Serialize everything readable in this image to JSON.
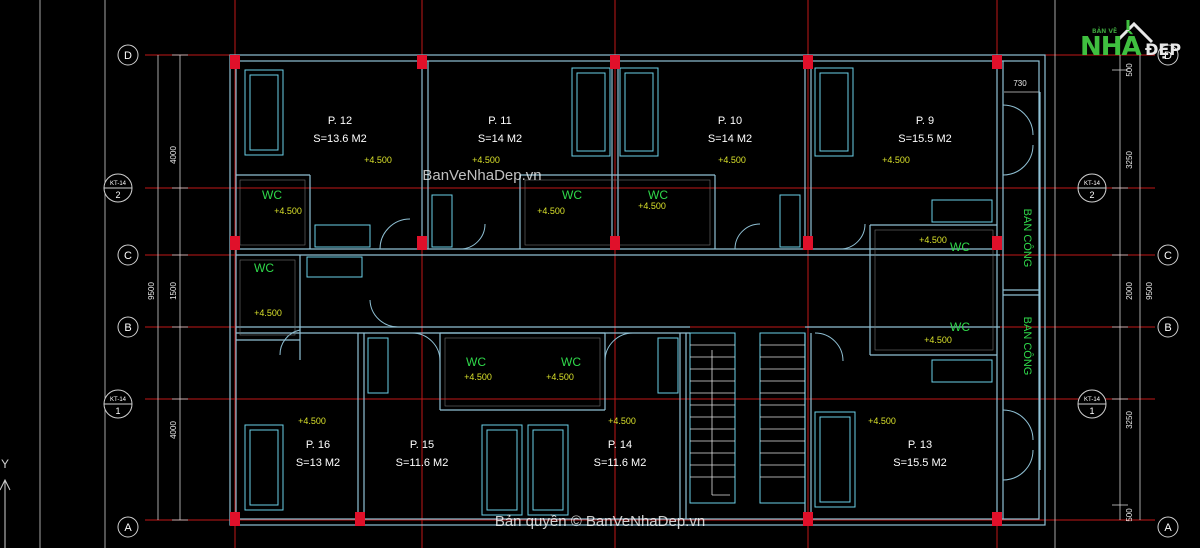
{
  "axes": {
    "rows": [
      "D",
      "C",
      "B",
      "A"
    ],
    "sections": [
      {
        "tag": "KT-14",
        "num": "2"
      },
      {
        "tag": "KT-14",
        "num": "1"
      }
    ]
  },
  "dims": {
    "left": [
      "4000",
      "1500",
      "9500",
      "4000"
    ],
    "right_top": "500",
    "right_a": "3250",
    "right_b": "2000",
    "right_total": "9500",
    "right_c": "3250",
    "right_bottom": "500",
    "top_small": "730"
  },
  "rooms": [
    {
      "name": "P. 12",
      "area": "S=13.6 M2",
      "level": "+4.500"
    },
    {
      "name": "P. 11",
      "area": "S=14 M2",
      "level": "+4.500"
    },
    {
      "name": "P. 10",
      "area": "S=14 M2",
      "level": "+4.500"
    },
    {
      "name": "P. 9",
      "area": "S=15.5 M2",
      "level": "+4.500"
    },
    {
      "name": "P. 16",
      "area": "S=13 M2",
      "level": "+4.500"
    },
    {
      "name": "P. 15",
      "area": "S=11.6 M2",
      "level": ""
    },
    {
      "name": "P. 14",
      "area": "S=11.6 M2",
      "level": "+4.500"
    },
    {
      "name": "P. 13",
      "area": "S=15.5 M2",
      "level": "+4.500"
    }
  ],
  "wc": {
    "label": "WC",
    "level": "+4.500"
  },
  "balcony": "BAN CÔNG",
  "watermark_top": "BanVeNhaDep.vn",
  "watermark_bottom": "Bản quyền © BanVeNhaDep.vn",
  "logo": {
    "small": "BẢN VẼ",
    "big": "NHÀ",
    "dep": "ĐẸP"
  },
  "axis_y": "Y",
  "colors": {
    "wall": "#8fc0d4",
    "column": "#e0102a",
    "grid": "#c01818",
    "text": "#ffffff",
    "level": "#d8e02a",
    "wc": "#2fd84a",
    "furniture": "#6ad0e8"
  }
}
